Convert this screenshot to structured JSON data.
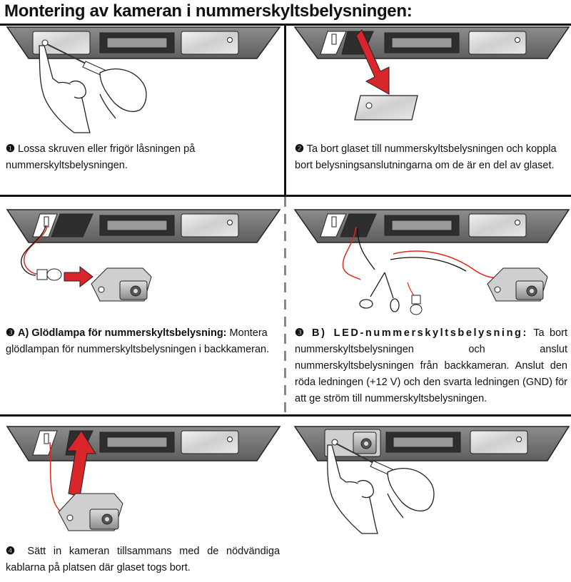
{
  "title": "Montering av kameran i nummerskyltsbelysningen:",
  "steps": [
    {
      "num": "❶",
      "text": "Lossa skruven eller frigör låsningen på nummerskyltsbelysningen."
    },
    {
      "num": "❷",
      "text": "Ta bort glaset till nummerskyltsbelysningen och koppla bort belysningsanslutningarna om de är en del av glaset."
    },
    {
      "num": "❸",
      "heading": "A) Glödlampa för nummerskyltsbelysning:",
      "text": "Montera glödlampan för nummerskyltsbelysningen i backkameran."
    },
    {
      "num": "❸",
      "heading": "B) LED-nummerskyltsbelysning:",
      "text": "Ta bort nummerskyltsbelysningen och anslut nummerskyltsbelysningen från backkameran. Anslut den röda ledningen (+12 V) och den svarta ledningen (GND) för att ge ström till nummerskyltsbelysningen."
    },
    {
      "num": "❹",
      "text": "Sätt in kameran tillsammans med de nödvändiga kablarna på platsen där glaset togs bort."
    }
  ],
  "colors": {
    "arrow": "#d8262b",
    "wire_red": "#e1251b",
    "wire_black": "#111111",
    "bar": "#7b7b7b",
    "glass": "#d9d9d9"
  },
  "icons": [
    "screwdriver-icon",
    "hand-icon",
    "arrow-icon",
    "scissors-icon",
    "bulb-icon",
    "camera-icon"
  ]
}
